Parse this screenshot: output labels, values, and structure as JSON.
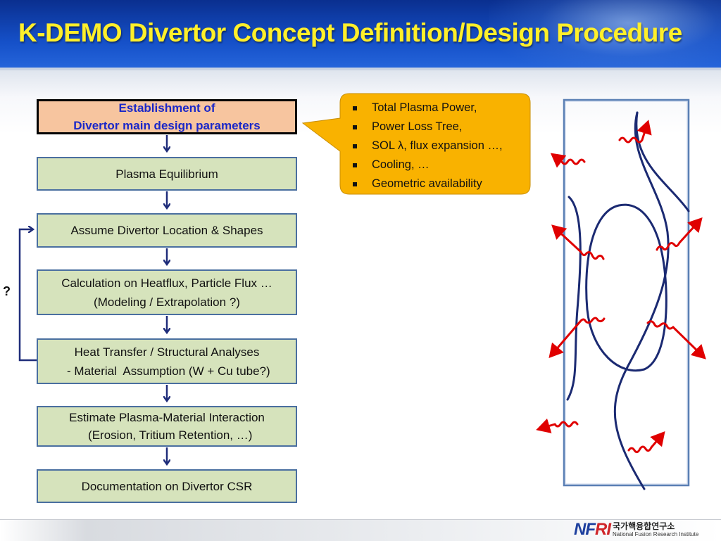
{
  "slide": {
    "title": "K-DEMO Divertor Concept Definition/Design Procedure"
  },
  "flow": {
    "steps": [
      {
        "lines": [
          "Establishment of",
          "Divertor main design parameters"
        ]
      },
      {
        "lines": [
          "Plasma Equilibrium"
        ]
      },
      {
        "lines": [
          "Assume Divertor Location & Shapes"
        ]
      },
      {
        "lines": [
          "Calculation on Heatflux, Particle Flux …",
          "(Modeling / Extrapolation ?)"
        ]
      },
      {
        "lines": [
          "Heat Transfer / Structural Analyses",
          " - Material  Assumption (W + Cu tube?)"
        ]
      },
      {
        "lines": [
          "Estimate Plasma-Material Interaction",
          "  (Erosion, Tritium Retention, …)"
        ]
      },
      {
        "lines": [
          "Documentation on Divertor CSR"
        ]
      }
    ],
    "feedback_label": "?"
  },
  "callout": {
    "items": [
      "Total Plasma Power,",
      "Power Loss Tree,",
      "SOL λ, flux expansion …,",
      "Cooling, …",
      "Geometric availability"
    ]
  },
  "logo": {
    "mark_left": "NF",
    "mark_right": "RI",
    "korean": "국가핵융합연구소",
    "english": "National Fusion Research Institute"
  },
  "colors": {
    "title": "#ffef2a",
    "header_blue": "#1550c8",
    "step_fill": "#d6e3bc",
    "first_step_fill": "#f7c59f",
    "first_step_text": "#1a27c8",
    "callout_fill": "#f9b200",
    "arrow": "#1f2d7a",
    "field_line": "#1b2a72",
    "heat_arrow": "#e00000",
    "frame": "#5a7fb4"
  }
}
